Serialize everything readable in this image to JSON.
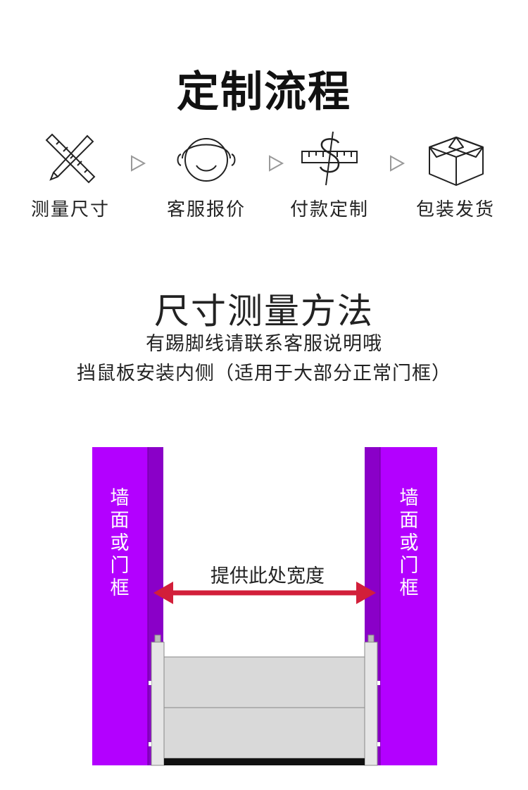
{
  "process": {
    "title": "定制流程",
    "steps": [
      {
        "label": "测量尺寸",
        "icon": "ruler-pencil-icon"
      },
      {
        "label": "客服报价",
        "icon": "headset-icon"
      },
      {
        "label": "付款定制",
        "icon": "dollar-ruler-icon"
      },
      {
        "label": "包装发货",
        "icon": "package-box-icon"
      }
    ],
    "arrow_icon": "triangle-right-icon"
  },
  "measure": {
    "title": "尺寸测量方法",
    "line1": "有踢脚线请联系客服说明哦",
    "line2": "挡鼠板安装内侧（适用于大部分正常门框）"
  },
  "diagram": {
    "left_wall_label": "墙面或门框",
    "right_wall_label": "墙面或门框",
    "width_label": "提供此处宽度",
    "colors": {
      "wall": "#b300ff",
      "wall_edge": "#8a00c8",
      "arrow": "#d21f3a",
      "panel": "#d9d9d9"
    }
  }
}
